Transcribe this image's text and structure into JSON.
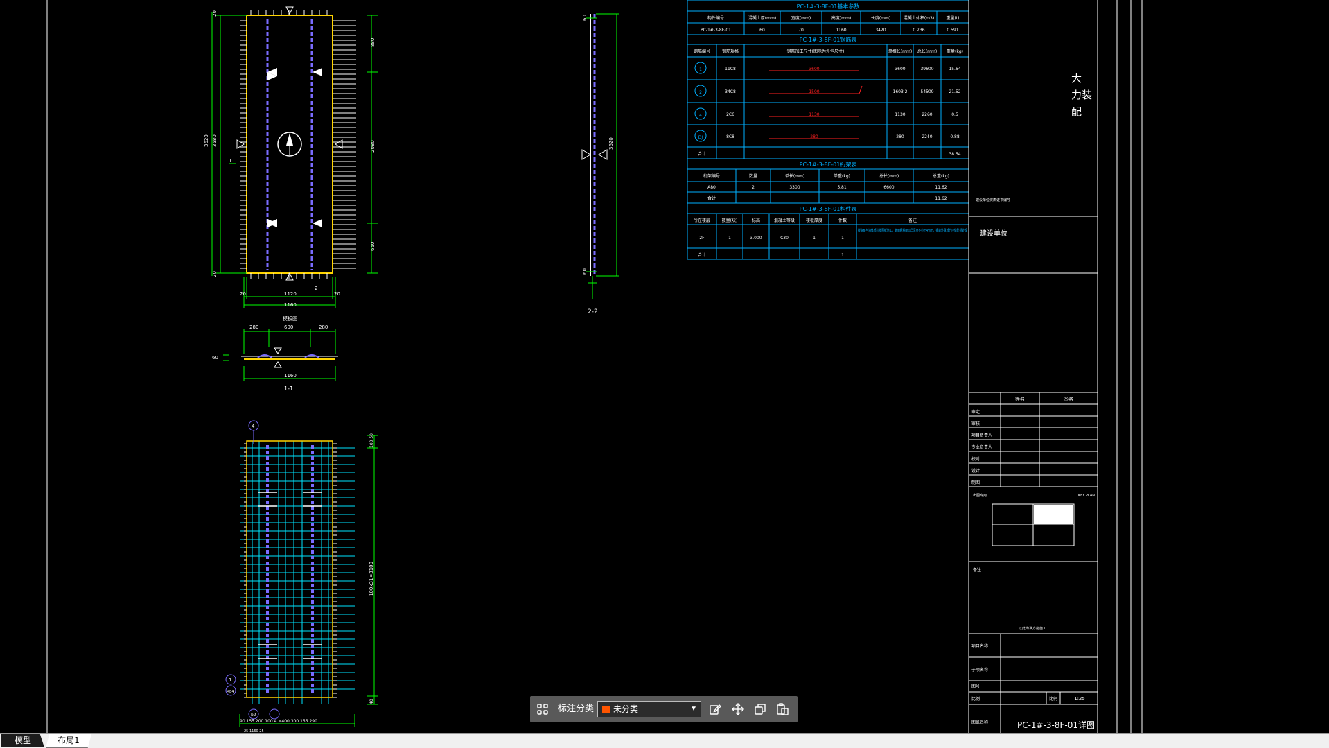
{
  "colors": {
    "line": "#00ff00",
    "frame": "#ffffff",
    "table": "#00b0ff",
    "rebar": "#7a6cff",
    "mesh": "#00e5ff",
    "red": "#ff2020",
    "panel": "#ffd400",
    "toolbar_bg": "#595959",
    "swatch": "#ff5500"
  },
  "tabs": [
    {
      "label": "模型"
    },
    {
      "label": "布局1"
    }
  ],
  "toolbar": {
    "label": "标注分类",
    "select_value": "未分类"
  },
  "drawing": {
    "front": {
      "w_total": "1160",
      "w_inner": "1120",
      "w_left": "20",
      "w_right": "20",
      "h_total": "3620",
      "h_inner": "3580",
      "h_top": "20",
      "h_bottom": "20",
      "d1": "880",
      "d2": "2080",
      "d3": "660",
      "mark1": "1",
      "mark2": "2",
      "title": "模板图"
    },
    "section11": {
      "d1": "280",
      "d2": "600",
      "d3": "280",
      "total": "1160",
      "thk": "60",
      "label": "1-1"
    },
    "section22": {
      "h": "3620",
      "t1": "60",
      "t2": "60",
      "label": "2-2"
    },
    "rebar": {
      "callout_top": "4",
      "callout_l1": "1",
      "callout_l2": "4b4",
      "callout_b": "b2",
      "vertical_dim": "100x31=3100",
      "top_d": "100 50",
      "bottom_d": "40",
      "bottom_dims": "90 155 200 100 4 =400 300 155 290",
      "bottom_sub": "25 1160 25"
    }
  },
  "table1": {
    "title": "PC-1#-3-8F-01基本参数",
    "headers": [
      "构件编号",
      "混凝土厚(mm)",
      "宽度(mm)",
      "高度(mm)",
      "长度(mm)",
      "混凝土体积(m3)",
      "重量(t)"
    ],
    "row": [
      "PC-1#-3-8F-01",
      "60",
      "70",
      "1160",
      "3420",
      "0.236",
      "0.591"
    ]
  },
  "table2": {
    "title": "PC-1#-3-8F-01钢筋表",
    "headers": [
      "钢筋编号",
      "钢筋规格",
      "钢筋加工尺寸(图示为外包尺寸)",
      "单根长(mm)",
      "总长(mm)",
      "重量(kg)"
    ],
    "rows": [
      {
        "no": "1",
        "spec": "11C8",
        "len": "3600",
        "single": "3600",
        "total": "39600",
        "wt": "15.64"
      },
      {
        "no": "2",
        "spec": "34C8",
        "len": "1500",
        "single": "1603.2",
        "total": "54509",
        "wt": "21.52"
      },
      {
        "no": "4",
        "spec": "2C6",
        "len": "1130",
        "single": "1130",
        "total": "2260",
        "wt": "0.5"
      },
      {
        "no": "DJ",
        "spec": "8C8",
        "len": "280",
        "single": "280",
        "total": "2240",
        "wt": "0.88"
      }
    ],
    "sum_label": "合计",
    "sum": "38.54"
  },
  "table3": {
    "title": "PC-1#-3-8F-01桁架表",
    "headers": [
      "桁架编号",
      "数量",
      "单长(mm)",
      "单重(kg)",
      "总长(mm)",
      "总重(kg)"
    ],
    "row": [
      "A80",
      "2",
      "3300",
      "5.81",
      "6600",
      "11.62"
    ],
    "sum_label": "合计",
    "sum": "11.62"
  },
  "table4": {
    "title": "PC-1#-3-8F-01构件表",
    "headers": [
      "所在楼层",
      "数量(块)",
      "标高",
      "混凝土等级",
      "楼板厚度",
      "件数",
      "备注"
    ],
    "row": [
      "2F",
      "1",
      "3.000",
      "C30",
      "1",
      "1"
    ],
    "note": "板底面与墙体部位按图纸施工，板面粗糙面凹凸深度不小于4mm，钢筋外露部分应做防锈处理",
    "sum_label": "合计",
    "sum": "1"
  },
  "titleblock": {
    "company": "大力装配",
    "owner_note": "建设单位资质证书编号",
    "build_unit": "建设单位",
    "sign_h1": "姓名",
    "sign_h2": "签名",
    "roles": [
      "审定",
      "审核",
      "项目负责人",
      "专业负责人",
      "校对",
      "设计",
      "制图"
    ],
    "stamp_l": "出图专用",
    "stamp_r": "KEY PLAN",
    "remark": "备注",
    "sheet_note": "以此为准方能施工",
    "proj_label": "项目名称",
    "name_label": "子项名称",
    "no_label": "图号",
    "scale_label": "比例",
    "scale_label2": "比例",
    "scale": "1:25",
    "sheet_label": "图纸名称",
    "sheet_title": "PC-1#-3-8F-01详图"
  }
}
